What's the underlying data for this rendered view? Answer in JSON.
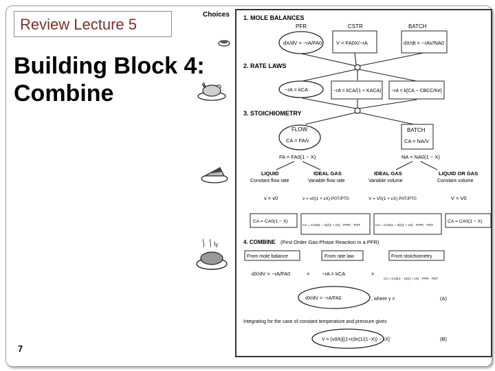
{
  "slide": {
    "section_box": "Review Lecture 5",
    "title_line1": "Building Block 4:",
    "title_line2": "Combine",
    "page_number": "7",
    "choices_label": "Choices"
  },
  "figure": {
    "s1": "1. MOLE BALANCES",
    "s2": "2. RATE LAWS",
    "s3": "3. STOICHIOMETRY",
    "s4": "4. COMBINE",
    "s4_note": "(First Order Gas-Phase Reaction in a PFR)",
    "pfr": "PFR",
    "cstr": "CSTR",
    "batch": "BATCH",
    "flow": "FLOW",
    "batch2": "BATCH",
    "liquid": "LIQUID",
    "liquid_sub": "Constant flow rate",
    "ideal_gas1": "IDEAL GAS",
    "ideal_gas1_sub": "Variable flow rate",
    "ideal_gas2": "IDEAL GAS",
    "ideal_gas2_sub": "Variable volume",
    "liquid_or_gas": "LIQUID OR GAS",
    "liquid_or_gas_sub": "Constant volume",
    "from_mole_balance": "From mole balance",
    "from_rate_law": "From rate law",
    "from_stoichiometry": "From stoichiometry",
    "eq_pfr": "dX/dV = −rA/FA0",
    "eq_cstr": "V = FA0X/−rA",
    "eq_batch": "dX/dt = −rAV/NA0",
    "rate1": "−rA = kCA",
    "rate2": "−rA = kCA/(1 + KACA)",
    "rate3": "−rA = k[CA − CBCC/Ke]",
    "flow_eq": "CA = FA/v",
    "batch_eq": "CA = NA/V",
    "fa_eq": "FA = FA0(1 − X)",
    "na_eq": "NA = NA0(1 − X)",
    "v1": "v = v0",
    "v2": "v = v0(1 + εX) P0T/PT0",
    "v3": "V = V0(1 + εX) P0T/PT0",
    "v4": "V = V0",
    "c1": "CA = CA0(1 − X)",
    "c2": "CA = CA0(1 − X)/(1 + εX) · P/P0 · T0/T",
    "c3": "CA = CA0(1 − X)/(1 + εX) · P/P0 · T0/T",
    "c4": "CA = CA0(1 − X)",
    "label_A": "(A)",
    "label_B": "(B)",
    "where_y": ", where y =",
    "integrating": "Integrating for the case of constant temperature and pressure gives"
  }
}
